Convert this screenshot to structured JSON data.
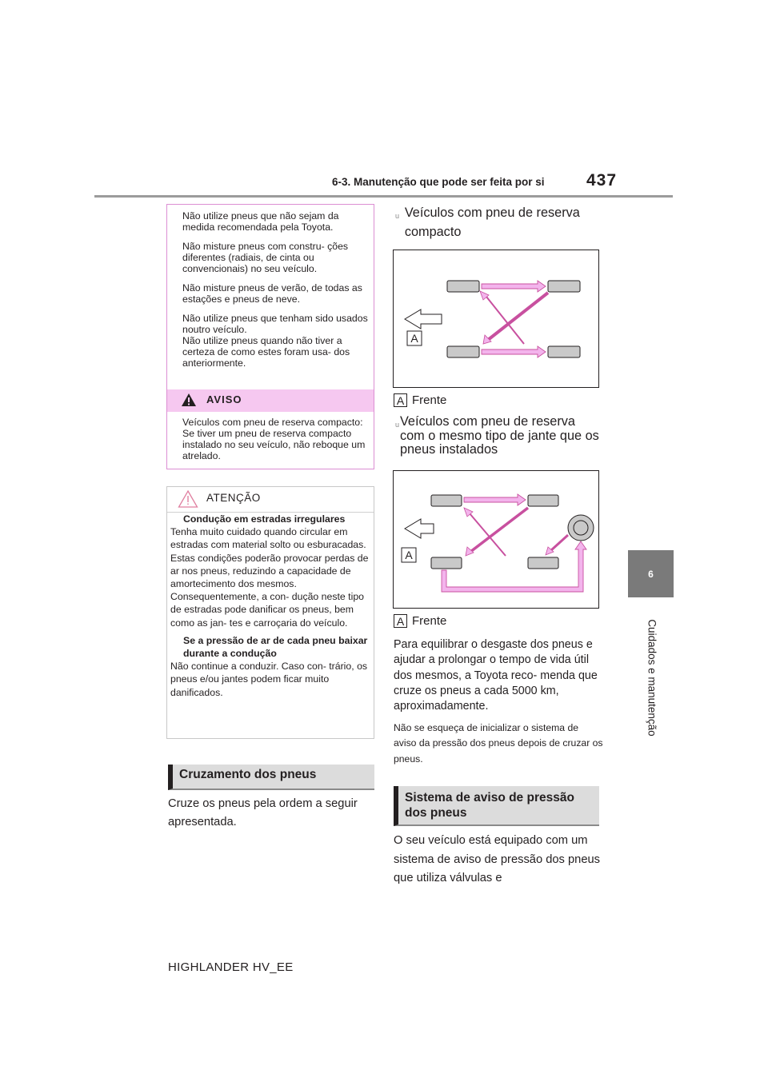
{
  "header": {
    "section": "6-3. Manutenção que pode ser feita por si",
    "page_number": "437"
  },
  "side_tab": {
    "number": "6",
    "label": "Cuidados e manutenção"
  },
  "warning_box": {
    "paragraphs": [
      "Não utilize pneus que não sejam da medida recomendada pela Toyota.",
      "Não misture pneus com constru- ções diferentes (radiais, de cinta ou convencionais) no seu veículo.",
      "Não misture pneus de verão, de todas as estações e pneus de neve.",
      "Não utilize pneus que tenham sido usados noutro veículo.",
      "Não utilize pneus quando não tiver a certeza de como estes foram usa- dos anteriormente."
    ],
    "title": "AVISO",
    "body": "Veículos com pneu de reserva compacto: Se tiver um pneu de reserva compacto instalado no seu veículo, não reboque um atrelado."
  },
  "caution_box": {
    "title": "ATENÇÃO",
    "heading1": "Condução em estradas irregulares",
    "text1a": "Tenha muito cuidado quando circular em estradas com material solto ou esburacadas.",
    "text1b": "Estas condições poderão provocar perdas de ar nos pneus, reduzindo a capacidade de amortecimento dos mesmos. Consequentemente, a con- dução neste tipo de estradas pode danificar os pneus, bem como as jan- tes e carroçaria do veículo.",
    "heading2": "Se a pressão de ar de cada pneu baixar durante a condução",
    "text2": "Não continue a conduzir. Caso con- trário, os pneus e/ou jantes podem ficar muito danificados."
  },
  "section_rotation": {
    "title": "Cruzamento dos pneus",
    "text": "Cruze os pneus pela ordem a seguir apresentada."
  },
  "right": {
    "bullet1": "Veículos com pneu de reserva compacto",
    "legend_key": "A",
    "legend_label": "Frente",
    "bullet2": "Veículos com pneu de reserva com o mesmo tipo de jante que os pneus instalados",
    "para1": "Para equilibrar o desgaste dos pneus e ajudar a prolongar o tempo de vida útil dos mesmos, a Toyota reco- menda que cruze os pneus a cada 5000 km, aproximadamente.",
    "para2": "Não se esqueça de inicializar o sistema de aviso da pressão dos pneus depois de cruzar os pneus."
  },
  "section_tpws": {
    "title": "Sistema de aviso de pressão dos pneus",
    "text": "O seu veículo está equipado com um sistema de aviso de pressão dos pneus que utiliza válvulas e"
  },
  "footer": {
    "model": "HIGHLANDER HV_EE"
  },
  "colors": {
    "pink_border": "#dc8ed3",
    "pink_band": "#f6c8f0",
    "arrow_fill": "#f3b4ec",
    "arrow_stroke": "#c8509f",
    "tire_fill": "#c9c9c9",
    "tab_grey": "#7a7a7a"
  }
}
